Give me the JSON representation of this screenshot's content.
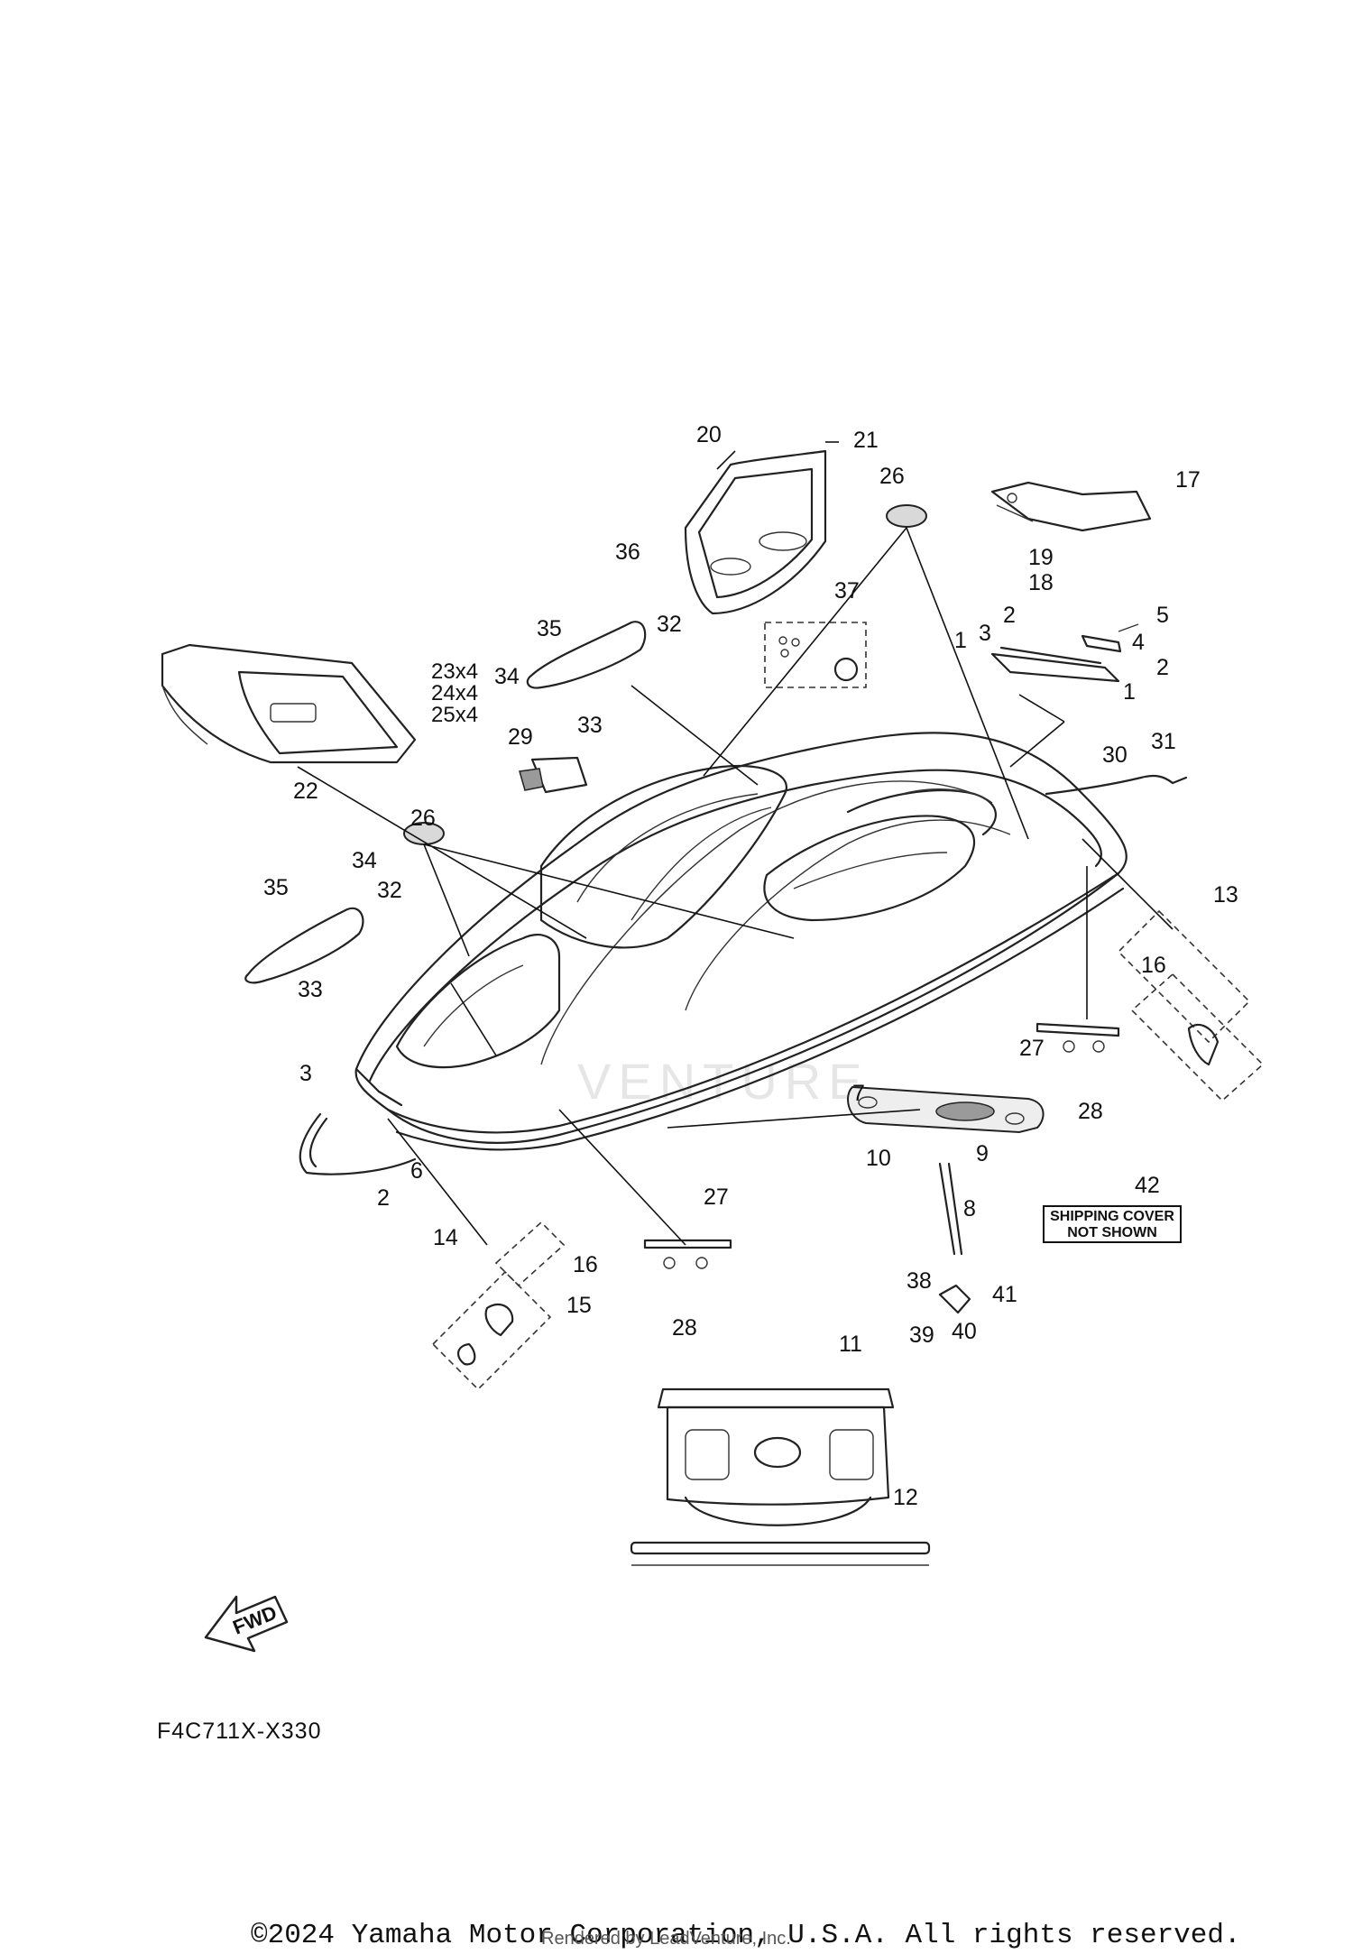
{
  "diagram_code": "F4C711X-X330",
  "copyright": "©2024 Yamaha Motor Corporation, U.S.A. All rights reserved.",
  "rendered_by": "Rendered by LeadVenture, Inc.",
  "watermark": "VENTURE",
  "fwd_label": "FWD",
  "shipping_cover": {
    "line1": "SHIPPING COVER",
    "line2": "NOT SHOWN"
  },
  "callouts": {
    "c1a": "1",
    "c1b": "1",
    "c2a": "2",
    "c2b": "2",
    "c2c": "2",
    "c3a": "3",
    "c3b": "3",
    "c4": "4",
    "c5": "5",
    "c6": "6",
    "c7": "7",
    "c8": "8",
    "c9": "9",
    "c10": "10",
    "c11": "11",
    "c12": "12",
    "c13": "13",
    "c14": "14",
    "c15": "15",
    "c16a": "16",
    "c16b": "16",
    "c17": "17",
    "c18": "18",
    "c19": "19",
    "c20": "20",
    "c21": "21",
    "c22": "22",
    "c23": "23x4",
    "c24": "24x4",
    "c25": "25x4",
    "c26a": "26",
    "c26b": "26",
    "c27a": "27",
    "c27b": "27",
    "c28a": "28",
    "c28b": "28",
    "c29": "29",
    "c30": "30",
    "c31": "31",
    "c32a": "32",
    "c32b": "32",
    "c33a": "33",
    "c33b": "33",
    "c34a": "34",
    "c34b": "34",
    "c35a": "35",
    "c35b": "35",
    "c36": "36",
    "c37": "37",
    "c38": "38",
    "c39": "39",
    "c40": "40",
    "c41": "41",
    "c42": "42"
  }
}
